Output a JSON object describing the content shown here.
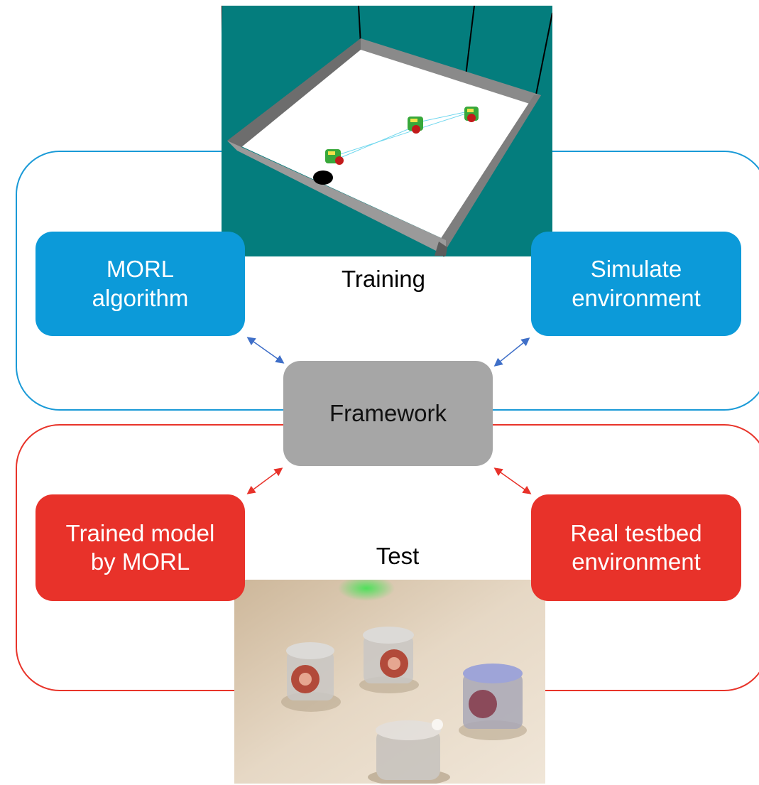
{
  "diagram": {
    "training_label": "Training",
    "test_label": "Test",
    "framework_label": "Framework",
    "morl_label": "MORL\nalgorithm",
    "simulate_label": "Simulate\nenvironment",
    "trained_label": "Trained model\nby MORL",
    "real_label": "Real testbed\nenvironment"
  },
  "colors": {
    "blue": "#0c9ad9",
    "red": "#e8322a",
    "gray": "#a6a6a6",
    "sim_background": "#047d7d",
    "arrow_blue": "#3f6fc8",
    "arrow_red": "#e8322a"
  }
}
